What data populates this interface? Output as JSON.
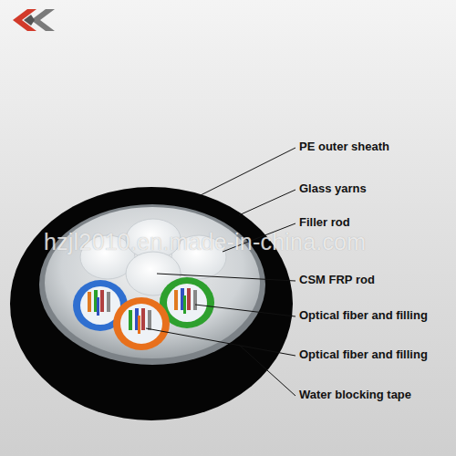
{
  "diagram": {
    "labels": [
      "PE outer sheath",
      "Glass yarns",
      "Filler rod",
      "CSM FRP rod",
      "Optical fiber and filling",
      "Optical fiber and filling",
      "Water blocking tape",
      "hzjl2010.en.made-in-china.com"
    ]
  }
}
